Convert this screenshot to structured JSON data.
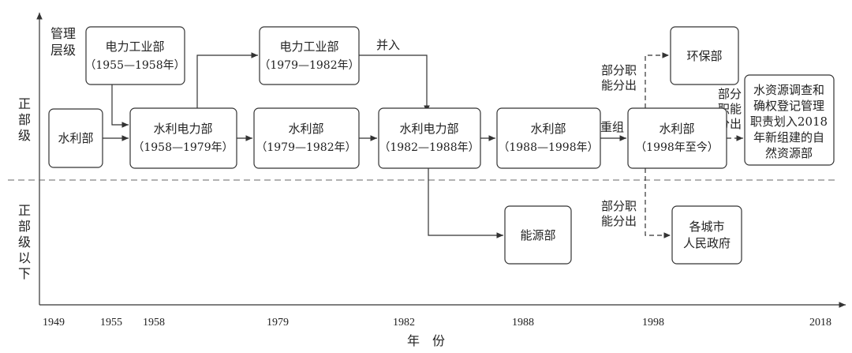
{
  "axis": {
    "y_label": [
      "管理",
      "层级"
    ],
    "x_label": "年　份",
    "years": [
      "1949",
      "1955",
      "1958",
      "1979",
      "1982",
      "1988",
      "1998",
      "2018"
    ]
  },
  "levels": {
    "upper": [
      "正",
      "部",
      "级"
    ],
    "lower": [
      "正",
      "部",
      "级",
      "以",
      "下"
    ]
  },
  "boxes": {
    "shuili_1949": [
      "水利部"
    ],
    "dianli_1955": [
      "电力工业部",
      "（1955—1958年）"
    ],
    "shuilidianli_1958": [
      "水利电力部",
      "（1958—1979年）"
    ],
    "dianli_1979": [
      "电力工业部",
      "（1979—1982年）"
    ],
    "shuili_1979": [
      "水利部",
      "（1979—1982年）"
    ],
    "shuilidianli_1982": [
      "水利电力部",
      "（1982—1988年）"
    ],
    "shuili_1988": [
      "水利部",
      "（1988—1998年）"
    ],
    "shuili_1998": [
      "水利部",
      "（1998年至今）"
    ],
    "huanbao": [
      "环保部"
    ],
    "nengyuan": [
      "能源部"
    ],
    "chengshi": [
      "各城市",
      "人民政府"
    ],
    "ziran": [
      "水资源调查和",
      "确权登记管理",
      "职责划入2018",
      "年新组建的自",
      "然资源部"
    ]
  },
  "annotations": {
    "merge": "并入",
    "reorg": "重组",
    "split_upper": [
      "部分职",
      "能分出"
    ],
    "split_lower": [
      "部分职",
      "能分出"
    ],
    "split_right": [
      "部分",
      "职能",
      "分出"
    ]
  }
}
